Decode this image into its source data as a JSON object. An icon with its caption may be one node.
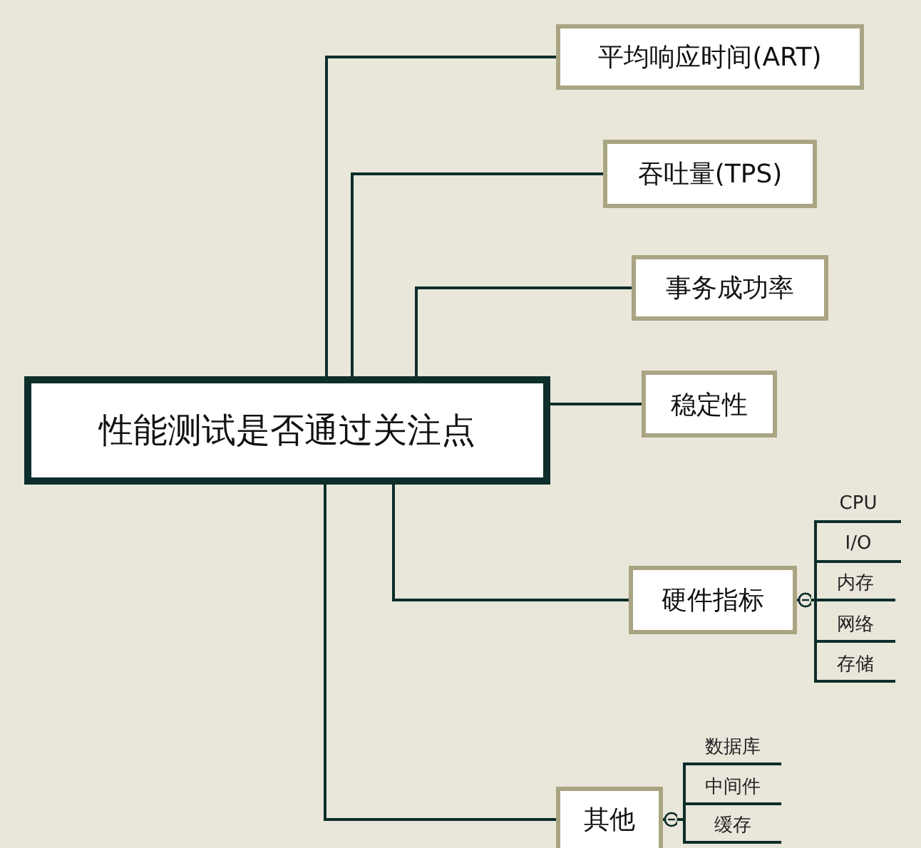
{
  "diagram": {
    "nodes": [
      {
        "text": [
          "性能测试是否通过关注点"
        ]
      },
      {
        "text": [
          "平均响应时间(ART)"
        ]
      },
      {
        "text": [
          "吞吐量(TPS)"
        ]
      },
      {
        "text": [
          "事务成功率"
        ]
      },
      {
        "text": [
          "稳定性"
        ]
      },
      {
        "text": [
          "硬件指标"
        ]
      },
      {
        "text": [
          "其他"
        ]
      },
      {
        "text": [
          "CPU"
        ]
      },
      {
        "text": [
          "I/O"
        ]
      },
      {
        "text": [
          "内存"
        ]
      },
      {
        "text": [
          "网络"
        ]
      },
      {
        "text": [
          "存储"
        ]
      },
      {
        "text": [
          "数据库"
        ]
      },
      {
        "text": [
          "中间件"
        ]
      },
      {
        "text": [
          "缓存"
        ]
      }
    ],
    "edges": [
      {
        "from": 0,
        "to": 1,
        "arrow": "none"
      },
      {
        "from": 0,
        "to": 2,
        "arrow": "none"
      },
      {
        "from": 0,
        "to": 3,
        "arrow": "none"
      },
      {
        "from": 0,
        "to": 4,
        "arrow": "none"
      },
      {
        "from": 0,
        "to": 5,
        "arrow": "none"
      },
      {
        "from": 0,
        "to": 6,
        "arrow": "none"
      },
      {
        "from": 5,
        "to": 7,
        "arrow": "other"
      },
      {
        "from": 5,
        "to": 8,
        "arrow": "other"
      },
      {
        "from": 5,
        "to": 9,
        "arrow": "other"
      },
      {
        "from": 5,
        "to": 10,
        "arrow": "other"
      },
      {
        "from": 5,
        "to": 11,
        "arrow": "other"
      },
      {
        "from": 6,
        "to": 12,
        "arrow": "other"
      },
      {
        "from": 6,
        "to": 13,
        "arrow": "other"
      },
      {
        "from": 6,
        "to": 14,
        "arrow": "other"
      }
    ]
  }
}
